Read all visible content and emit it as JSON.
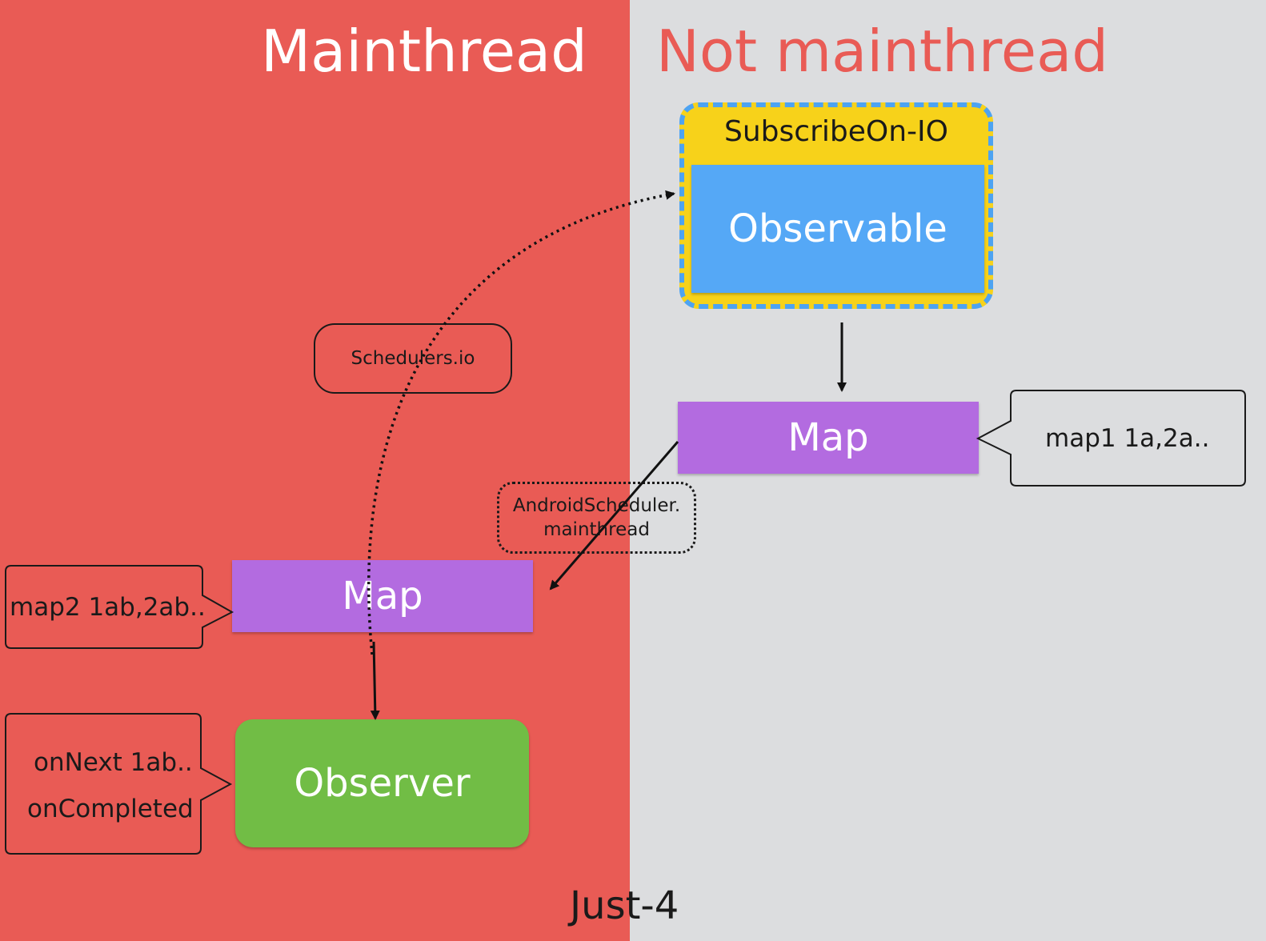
{
  "headings": {
    "mainthread": "Mainthread",
    "not_mainthread": "Not mainthread"
  },
  "nodes": {
    "subscribe_on": "SubscribeOn-IO",
    "observable": "Observable",
    "map_upper": "Map",
    "map_lower": "Map",
    "observer": "Observer"
  },
  "labels": {
    "schedulers_io": "Schedulers.io",
    "android_scheduler_line1": "AndroidScheduler.",
    "android_scheduler_line2": "mainthread"
  },
  "callouts": {
    "map1": "map1   1a,2a..",
    "map2": "map2   1ab,2ab..",
    "observer_next": "onNext   1ab..",
    "observer_completed": "onCompleted"
  },
  "footer": "Just-4",
  "colors": {
    "mainthread_bg": "#e95b55",
    "not_mainthread_bg": "#dcdddf",
    "subscribe_on": "#f7d21a",
    "observable": "#55a8f6",
    "map": "#b36be0",
    "observer": "#71bd45",
    "dashed_border": "#4da3f2"
  }
}
